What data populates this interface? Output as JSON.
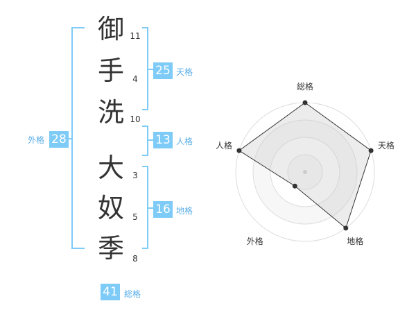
{
  "colors": {
    "bracket": "#7ecbf7",
    "badge": "#7ecbf7",
    "label": "#5aaee8",
    "text": "#333333"
  },
  "characters": [
    {
      "char": "御",
      "strokes": "11"
    },
    {
      "char": "手",
      "strokes": "4"
    },
    {
      "char": "洗",
      "strokes": "10"
    },
    {
      "char": "大",
      "strokes": "3"
    },
    {
      "char": "奴",
      "strokes": "5"
    },
    {
      "char": "季",
      "strokes": "8"
    }
  ],
  "kakusu": {
    "tenkaku": {
      "value": "25",
      "label": "天格"
    },
    "jinkaku": {
      "value": "13",
      "label": "人格"
    },
    "chikaku": {
      "value": "16",
      "label": "地格"
    },
    "gaikaku": {
      "value": "28",
      "label": "外格"
    },
    "soukaku": {
      "value": "41",
      "label": "総格"
    }
  },
  "chart_data": {
    "type": "radar",
    "axes": [
      "総格",
      "天格",
      "地格",
      "外格",
      "人格"
    ],
    "values": [
      4,
      4,
      4,
      1,
      4
    ],
    "max": 4,
    "rings": 4
  }
}
